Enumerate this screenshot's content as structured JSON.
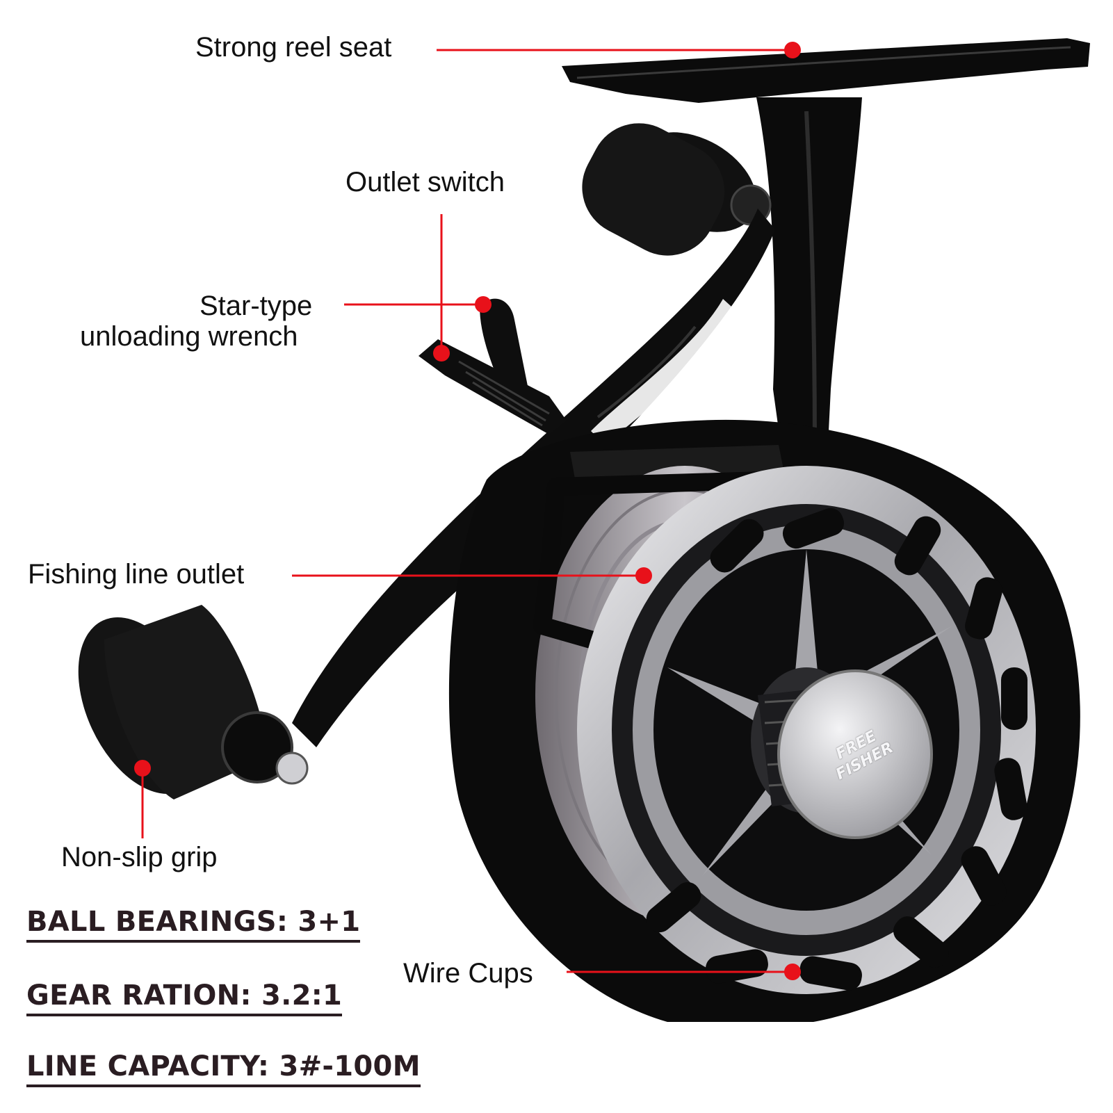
{
  "product": {
    "brand_logo_text": "FREE FISHER",
    "colors": {
      "callout_red": "#e8111a",
      "body_black": "#0b0b0b",
      "spool_silver": "#bfbfc3",
      "spec_text": "#2a1d22"
    }
  },
  "callouts": {
    "reel_seat": "Strong reel seat",
    "outlet_switch": "Outlet switch",
    "wrench_line1": "Star-type",
    "wrench_line2": "unloading wrench",
    "line_outlet": "Fishing line outlet",
    "grip": "Non-slip grip",
    "wire_cups": "Wire Cups"
  },
  "specs": [
    {
      "text": "BALL BEARINGS: 3+1"
    },
    {
      "text": "GEAR RATION: 3.2:1"
    },
    {
      "text": "LINE CAPACITY: 3#-100M"
    }
  ]
}
